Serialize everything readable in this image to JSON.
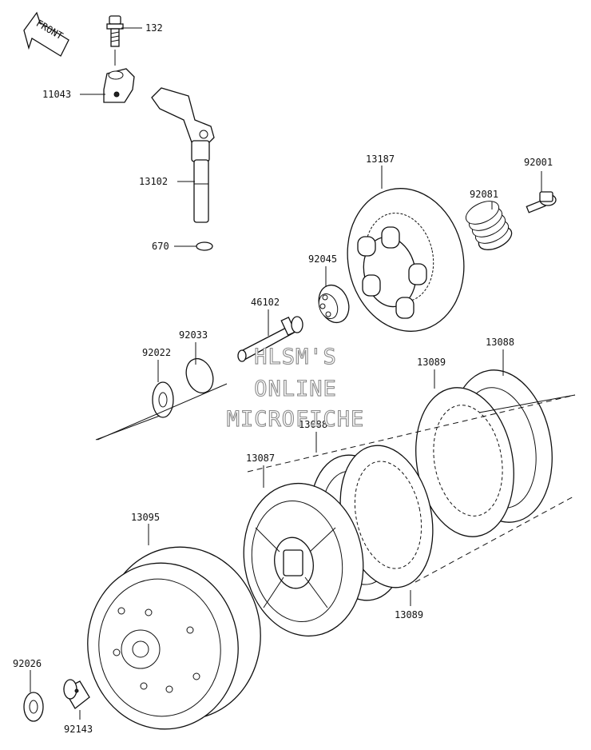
{
  "diagram": {
    "front_badge": "FRONT",
    "watermark": [
      "HLSM'S",
      "ONLINE",
      "MICROFICHE"
    ],
    "parts": [
      {
        "number": "132"
      },
      {
        "number": "11043"
      },
      {
        "number": "13102"
      },
      {
        "number": "670"
      },
      {
        "number": "13187"
      },
      {
        "number": "92001"
      },
      {
        "number": "92081"
      },
      {
        "number": "92045"
      },
      {
        "number": "46102"
      },
      {
        "number": "92033"
      },
      {
        "number": "92022"
      },
      {
        "number": "13088"
      },
      {
        "number": "13089"
      },
      {
        "number": "13088"
      },
      {
        "number": "13087"
      },
      {
        "number": "13095"
      },
      {
        "number": "13089"
      },
      {
        "number": "92026"
      },
      {
        "number": "92143"
      }
    ]
  }
}
